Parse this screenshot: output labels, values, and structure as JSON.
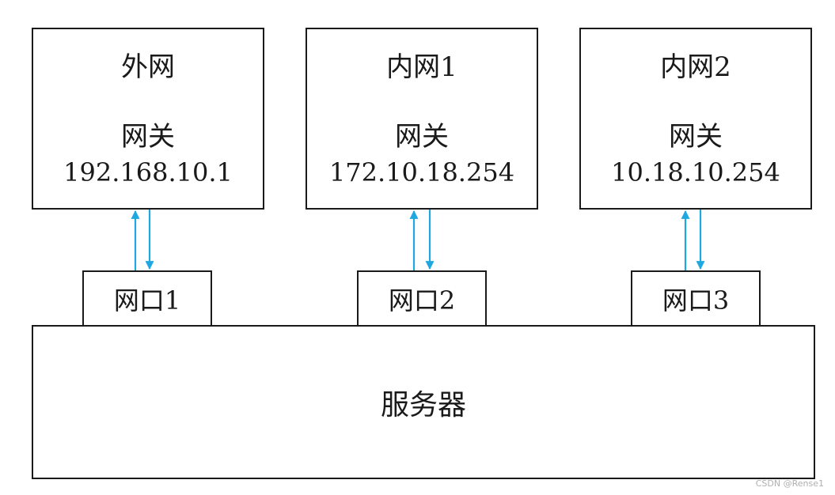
{
  "networks": [
    {
      "title": "外网",
      "gateway_label": "网关",
      "gateway_ip": "192.168.10.1"
    },
    {
      "title": "内网1",
      "gateway_label": "网关",
      "gateway_ip": "172.10.18.254"
    },
    {
      "title": "内网2",
      "gateway_label": "网关",
      "gateway_ip": "10.18.10.254"
    }
  ],
  "ports": [
    {
      "label": "网口1"
    },
    {
      "label": "网口2"
    },
    {
      "label": "网口3"
    }
  ],
  "server": {
    "label": "服务器"
  },
  "arrow_color": "#1ea7e0",
  "watermark": "CSDN @Rense1"
}
